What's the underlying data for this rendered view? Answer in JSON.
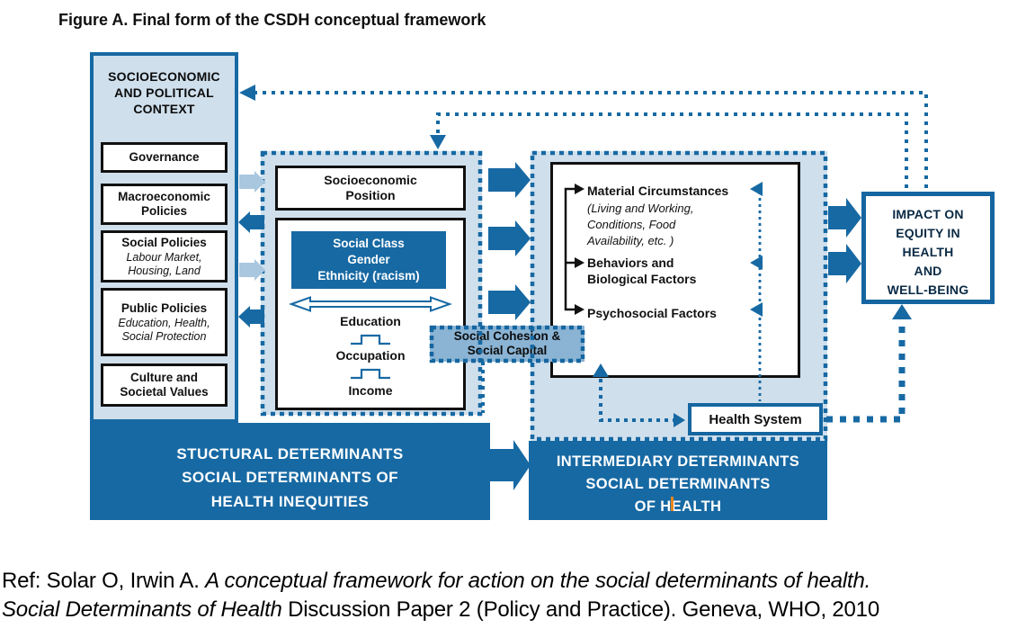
{
  "title": "Figure A. Final form of the CSDH conceptual framework",
  "colors": {
    "primary_blue": "#1769a3",
    "light_blue_fill": "#cfdfec",
    "mid_blue_fill": "#8ab3d4",
    "light_arrow_blue": "#a9c7df",
    "artifact_orange": "#e8861a"
  },
  "context_panel": {
    "header": "SOCIOECONOMIC\nAND POLITICAL\nCONTEXT",
    "items": [
      {
        "label": "Governance",
        "sub": ""
      },
      {
        "label": "Macroeconomic\nPolicies",
        "sub": ""
      },
      {
        "label": "Social Policies",
        "sub": "Labour Market,\nHousing, Land"
      },
      {
        "label": "Public Policies",
        "sub": "Education, Health,\nSocial Protection"
      },
      {
        "label": "Culture and\nSocietal Values",
        "sub": ""
      }
    ]
  },
  "structural_banner": {
    "lines": [
      "STUCTURAL DETERMINANTS",
      "SOCIAL DETERMINANTS OF",
      "HEALTH INEQUITIES"
    ]
  },
  "position_panel": {
    "top_box": "Socioeconomic\nPosition",
    "class_box": "Social Class\nGender\nEthnicity (racism)",
    "ladder": [
      "Education",
      "Occupation",
      "Income"
    ]
  },
  "social_cohesion": "Social Cohesion &\nSocial Capital",
  "intermediary_panel": {
    "factors": [
      {
        "label": "Material Circumstances",
        "sub": "(Living and Working,\nConditions, Food\nAvailability, etc. )"
      },
      {
        "label": "Behaviors and\nBiological Factors",
        "sub": ""
      },
      {
        "label": "Psychosocial Factors",
        "sub": ""
      }
    ],
    "health_system": "Health System"
  },
  "intermediary_banner": {
    "lines": [
      "INTERMEDIARY DETERMINANTS",
      "SOCIAL DETERMINANTS",
      "OF HEALTH"
    ]
  },
  "impact_box": {
    "text": "IMPACT ON\nEQUITY IN\nHEALTH\nAND\nWELL-BEING"
  },
  "reference": {
    "line1_normal": "Ref: Solar O, Irwin A. ",
    "line1_italic": "A conceptual framework for action on the social determinants of health.",
    "line2_italic": "Social Determinants of Health",
    "line2_normal": " Discussion Paper 2 (Policy and Practice). Geneva, WHO, 2010"
  }
}
